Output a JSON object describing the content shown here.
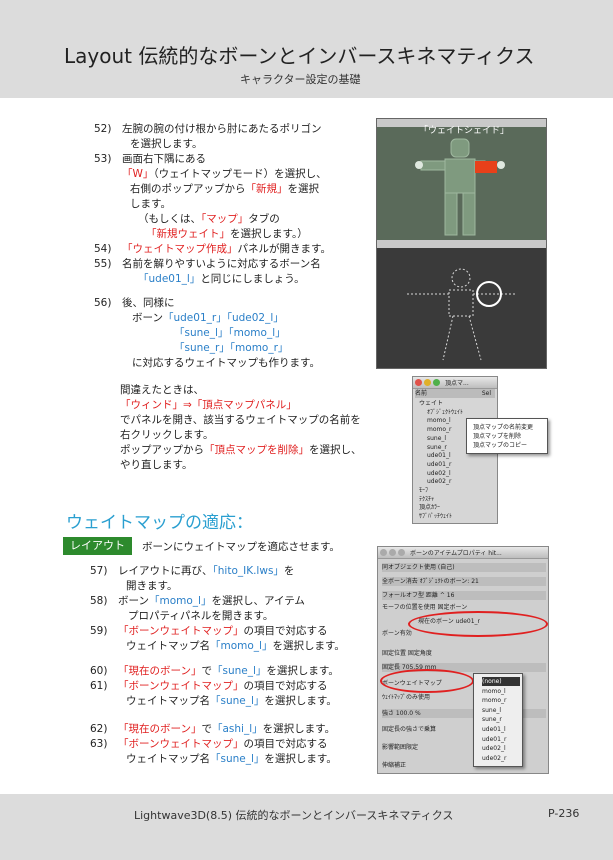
{
  "header": {
    "title": "Layout 伝統的なボーンとインバースキネマティクス",
    "subtitle": "キャラクター設定の基礎"
  },
  "steps_a": [
    {
      "n": "52)",
      "parts": [
        {
          "t": "左腕の腕の付け根から肘にあたるポリゴン"
        }
      ]
    },
    {
      "n": "",
      "parts": [
        {
          "t": "を選択します。"
        }
      ]
    },
    {
      "n": "53)",
      "parts": [
        {
          "t": "画面右下隅にある"
        }
      ]
    },
    {
      "n": "",
      "parts": [
        {
          "t": "「W」",
          "c": "r"
        },
        {
          "t": "（ウェイトマップモード）を選択し、"
        }
      ]
    },
    {
      "n": "",
      "parts": [
        {
          "t": "右側のポップアップから"
        },
        {
          "t": "「新規」",
          "c": "r"
        },
        {
          "t": "を選択"
        }
      ]
    },
    {
      "n": "",
      "parts": [
        {
          "t": "します。"
        }
      ]
    },
    {
      "n": "",
      "parts": [
        {
          "t": "（もしくは、"
        },
        {
          "t": "「マップ」",
          "c": "r"
        },
        {
          "t": "タブの"
        }
      ]
    },
    {
      "n": "",
      "parts": [
        {
          "t": "「新規ウェイト」",
          "c": "r"
        },
        {
          "t": "を選択します。）"
        }
      ]
    },
    {
      "n": "54)",
      "parts": [
        {
          "t": "「ウェイトマップ作成」",
          "c": "r"
        },
        {
          "t": "パネルが開きます。"
        }
      ]
    },
    {
      "n": "55)",
      "parts": [
        {
          "t": "名前を解りやすいように対応するボーン名"
        }
      ]
    },
    {
      "n": "",
      "parts": [
        {
          "t": "「ude01_l」",
          "c": "b"
        },
        {
          "t": "と同じにしましょう。"
        }
      ]
    }
  ],
  "steps_b": [
    {
      "n": "56)",
      "parts": [
        {
          "t": "後、同様に"
        }
      ]
    },
    {
      "n": "",
      "parts": [
        {
          "t": "ボーン"
        },
        {
          "t": "「ude01_r」「ude02_l」",
          "c": "b"
        }
      ]
    },
    {
      "n": "",
      "parts": [
        {
          "t": "「sune_l」「momo_l」",
          "c": "b"
        }
      ]
    },
    {
      "n": "",
      "parts": [
        {
          "t": "「sune_r」「momo_r」",
          "c": "b"
        }
      ]
    },
    {
      "n": "",
      "parts": [
        {
          "t": "に対応するウェイトマップも作ります。"
        }
      ]
    }
  ],
  "note": [
    {
      "parts": [
        {
          "t": "間違えたときは、"
        }
      ]
    },
    {
      "parts": [
        {
          "t": "「ウィンド」⇒「頂点マップパネル」",
          "c": "r"
        }
      ]
    },
    {
      "parts": [
        {
          "t": "でパネルを開き、該当するウェイトマップの名前を"
        }
      ]
    },
    {
      "parts": [
        {
          "t": "右クリックします。"
        }
      ]
    },
    {
      "parts": [
        {
          "t": "ポップアップから"
        },
        {
          "t": "「頂点マップを削除」",
          "c": "r"
        },
        {
          "t": "を選択し、"
        }
      ]
    },
    {
      "parts": [
        {
          "t": "やり直します。"
        }
      ]
    }
  ],
  "section": {
    "title": "ウェイトマップの適応：",
    "badge": "レイアウト",
    "intro": "ボーンにウェイトマップを適応させます。"
  },
  "steps_c": [
    {
      "n": "57)",
      "parts": [
        {
          "t": "レイアウトに再び、"
        },
        {
          "t": "「hito_IK.lws」",
          "c": "b"
        },
        {
          "t": "を"
        }
      ]
    },
    {
      "n": "",
      "parts": [
        {
          "t": "開きます。"
        }
      ]
    },
    {
      "n": "58)",
      "parts": [
        {
          "t": "ボーン"
        },
        {
          "t": "「momo_l」",
          "c": "b"
        },
        {
          "t": "を選択し、アイテム"
        }
      ]
    },
    {
      "n": "",
      "parts": [
        {
          "t": "プロパティパネルを開きます。"
        }
      ]
    },
    {
      "n": "59)",
      "parts": [
        {
          "t": "「ボーンウェイトマップ」",
          "c": "r"
        },
        {
          "t": "の項目で対応する"
        }
      ]
    },
    {
      "n": "",
      "parts": [
        {
          "t": "ウェイトマップ名"
        },
        {
          "t": "「momo_l」",
          "c": "b"
        },
        {
          "t": "を選択します。"
        }
      ]
    }
  ],
  "steps_d": [
    {
      "n": "60)",
      "parts": [
        {
          "t": "「現在のボーン」",
          "c": "r"
        },
        {
          "t": "で"
        },
        {
          "t": "「sune_l」",
          "c": "b"
        },
        {
          "t": "を選択します。"
        }
      ]
    },
    {
      "n": "61)",
      "parts": [
        {
          "t": "「ボーンウェイトマップ」",
          "c": "r"
        },
        {
          "t": "の項目で対応する"
        }
      ]
    },
    {
      "n": "",
      "parts": [
        {
          "t": "ウェイトマップ名"
        },
        {
          "t": "「sune_l」",
          "c": "b"
        },
        {
          "t": "を選択します。"
        }
      ]
    }
  ],
  "steps_e": [
    {
      "n": "62)",
      "parts": [
        {
          "t": "「現在のボーン」",
          "c": "r"
        },
        {
          "t": "で"
        },
        {
          "t": "「ashi_l」",
          "c": "b"
        },
        {
          "t": "を選択します。"
        }
      ]
    },
    {
      "n": "63)",
      "parts": [
        {
          "t": "「ボーンウェイトマップ」",
          "c": "r"
        },
        {
          "t": "の項目で対応する"
        }
      ]
    },
    {
      "n": "",
      "parts": [
        {
          "t": "ウェイトマップ名"
        },
        {
          "t": "「sune_l」",
          "c": "b"
        },
        {
          "t": "を選択します。"
        }
      ]
    }
  ],
  "shot1": {
    "label": "「ウェイトシェイド」"
  },
  "shot2": {
    "title": "頂点マ...",
    "col_name": "名前",
    "col_sel": "Sel",
    "items": [
      "ウェイト",
      "ｵﾌﾞｼﾞｪｸﾄｳｪｲﾄ",
      "momo_l",
      "momo_r",
      "sune_l",
      "sune_r",
      "ude01_l",
      "ude01_r",
      "ude02_l",
      "ude02_r",
      "ﾓｰﾌ",
      "ﾃｸｽﾁｬ",
      "頂点ｶﾗｰ",
      "ｻﾌﾞﾊﾟｯﾁｳｪｲﾄ"
    ],
    "menu": [
      "頂点マップの名前変更",
      "頂点マップを削除",
      "頂点マップのコピー"
    ]
  },
  "shot3": {
    "title": "ボーンのアイテムプロパティ hit...",
    "rows": [
      "同オブジェクト使用  (自己)",
      "全ボーン消去  ｵﾌﾞｼﾞｪｸﾄのボーン: 21",
      "フォールオフ型  距離 ^ 16",
      "モーフの位置を使用   固定ボーン",
      "現在のボーン  ude01_r",
      "ボーン有効",
      "固定位置        固定角度",
      "固定長  705.59 mm",
      "ボーンウェイトマップ",
      "ｳｪｲﾄﾏｯﾌﾟのみ使用",
      "強さ  100.0 %",
      "固定長の強さで乗算",
      "影響範囲限定",
      "伸縮補正"
    ],
    "list": [
      "(none)",
      "momo_l",
      "momo_r",
      "sune_l",
      "sune_r",
      "ude01_l",
      "ude01_r",
      "ude02_l",
      "ude02_r"
    ]
  },
  "footer": {
    "text": "Lightwave3D(8.5)   伝統的なボーンとインバースキネマティクス",
    "page": "P-236"
  },
  "colors": {
    "red": "#e02020",
    "blue": "#2a7fc8",
    "section": "#2a9fd0",
    "badge": "#2d8a2d",
    "band": "#dcdcdc"
  }
}
